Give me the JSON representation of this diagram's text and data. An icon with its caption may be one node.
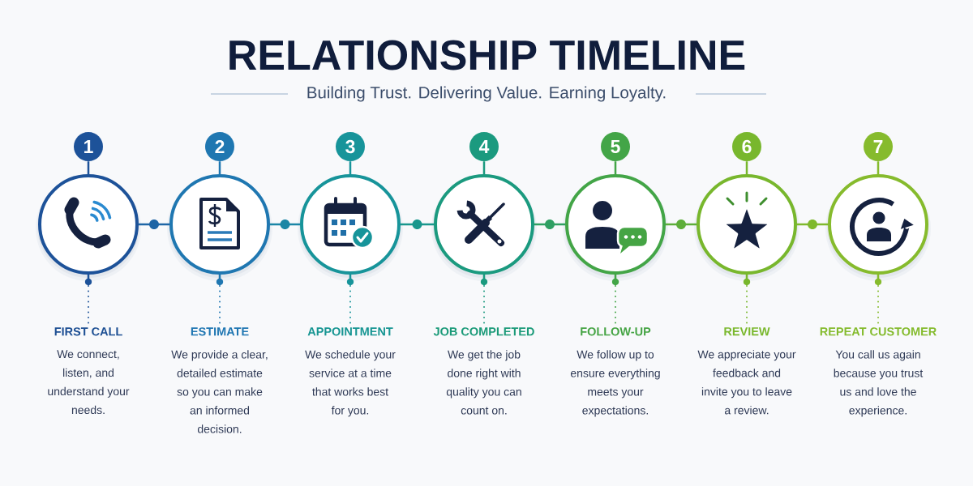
{
  "diagram": {
    "title": "RELATIONSHIP TIMELINE",
    "nodes": [
      {
        "text": [
          "1"
        ]
      },
      {
        "text": [
          "2"
        ]
      },
      {
        "text": [
          "3"
        ]
      },
      {
        "text": [
          "4"
        ]
      },
      {
        "text": [
          "5"
        ]
      },
      {
        "text": [
          "6"
        ]
      },
      {
        "text": [
          "7"
        ]
      },
      {
        "text": [],
        "shape": "circle"
      },
      {
        "text": [],
        "shape": "circle"
      },
      {
        "text": [],
        "shape": "circle"
      },
      {
        "text": [],
        "shape": "circle"
      },
      {
        "text": [],
        "shape": "circle"
      },
      {
        "text": [],
        "shape": "circle"
      },
      {
        "text": [],
        "shape": "circle"
      },
      {
        "text": [
          "FIRST CALL",
          "We connect, listen, and understand your needs."
        ]
      },
      {
        "text": [
          "ESTIMATE",
          "We provide a clear, detailed estimate so you can make an informed decision."
        ]
      },
      {
        "text": [
          "APPOINTMENT",
          "We schedule your service at a time that works best for you."
        ]
      },
      {
        "text": [
          "JOB COMPLETED",
          "We get the job done right with quality you can count on."
        ]
      },
      {
        "text": [
          "FOLLOW-UP",
          "We follow up to ensure everything meets your expectations."
        ]
      },
      {
        "text": [
          "REVIEW",
          "We appreciate your feedback and invite you to leave a review."
        ]
      },
      {
        "text": [
          "REPEAT CUSTOMER",
          "You call us again because you trust us and love the experience."
        ]
      }
    ],
    "edges": [
      {
        "from": 0,
        "to": 7,
        "arrow": "none",
        "color": "#1d5299"
      },
      {
        "from": 1,
        "to": 8,
        "arrow": "none",
        "color": "#1f77b1"
      },
      {
        "from": 2,
        "to": 9,
        "arrow": "none",
        "color": "#17949a"
      },
      {
        "from": 3,
        "to": 10,
        "arrow": "none",
        "color": "#1b9a7f"
      },
      {
        "from": 4,
        "to": 11,
        "arrow": "none",
        "color": "#43a547"
      },
      {
        "from": 5,
        "to": 12,
        "arrow": "none",
        "color": "#78b72d"
      },
      {
        "from": 6,
        "to": 13,
        "arrow": "none",
        "color": "#86bb2d"
      },
      {
        "from": 7,
        "to": 8,
        "arrow": "none",
        "color": "#1e66a6"
      },
      {
        "from": 8,
        "to": 9,
        "arrow": "none",
        "color": "#1b86a6"
      },
      {
        "from": 9,
        "to": 10,
        "arrow": "none",
        "color": "#19978d"
      },
      {
        "from": 10,
        "to": 11,
        "arrow": "none",
        "color": "#2fa062"
      },
      {
        "from": 11,
        "to": 12,
        "arrow": "none",
        "color": "#5dae3a"
      },
      {
        "from": 12,
        "to": 13,
        "arrow": "none",
        "color": "#7fb92d"
      },
      {
        "from": 7,
        "to": 14,
        "arrow": "none",
        "style": "dashed",
        "color": "#1d5299"
      },
      {
        "from": 8,
        "to": 15,
        "arrow": "none",
        "style": "dashed",
        "color": "#1f77b1"
      },
      {
        "from": 9,
        "to": 16,
        "arrow": "none",
        "style": "dashed",
        "color": "#17949a"
      },
      {
        "from": 10,
        "to": 17,
        "arrow": "none",
        "style": "dashed",
        "color": "#1b9a7f"
      },
      {
        "from": 11,
        "to": 18,
        "arrow": "none",
        "style": "dashed",
        "color": "#43a547"
      },
      {
        "from": 12,
        "to": 19,
        "arrow": "none",
        "style": "dashed",
        "color": "#78b72d"
      },
      {
        "from": 13,
        "to": 20,
        "arrow": "none",
        "style": "dashed",
        "color": "#86bb2d"
      }
    ],
    "labels": [
      "Building Trust. Delivering Value. Earning Loyalty."
    ]
  }
}
